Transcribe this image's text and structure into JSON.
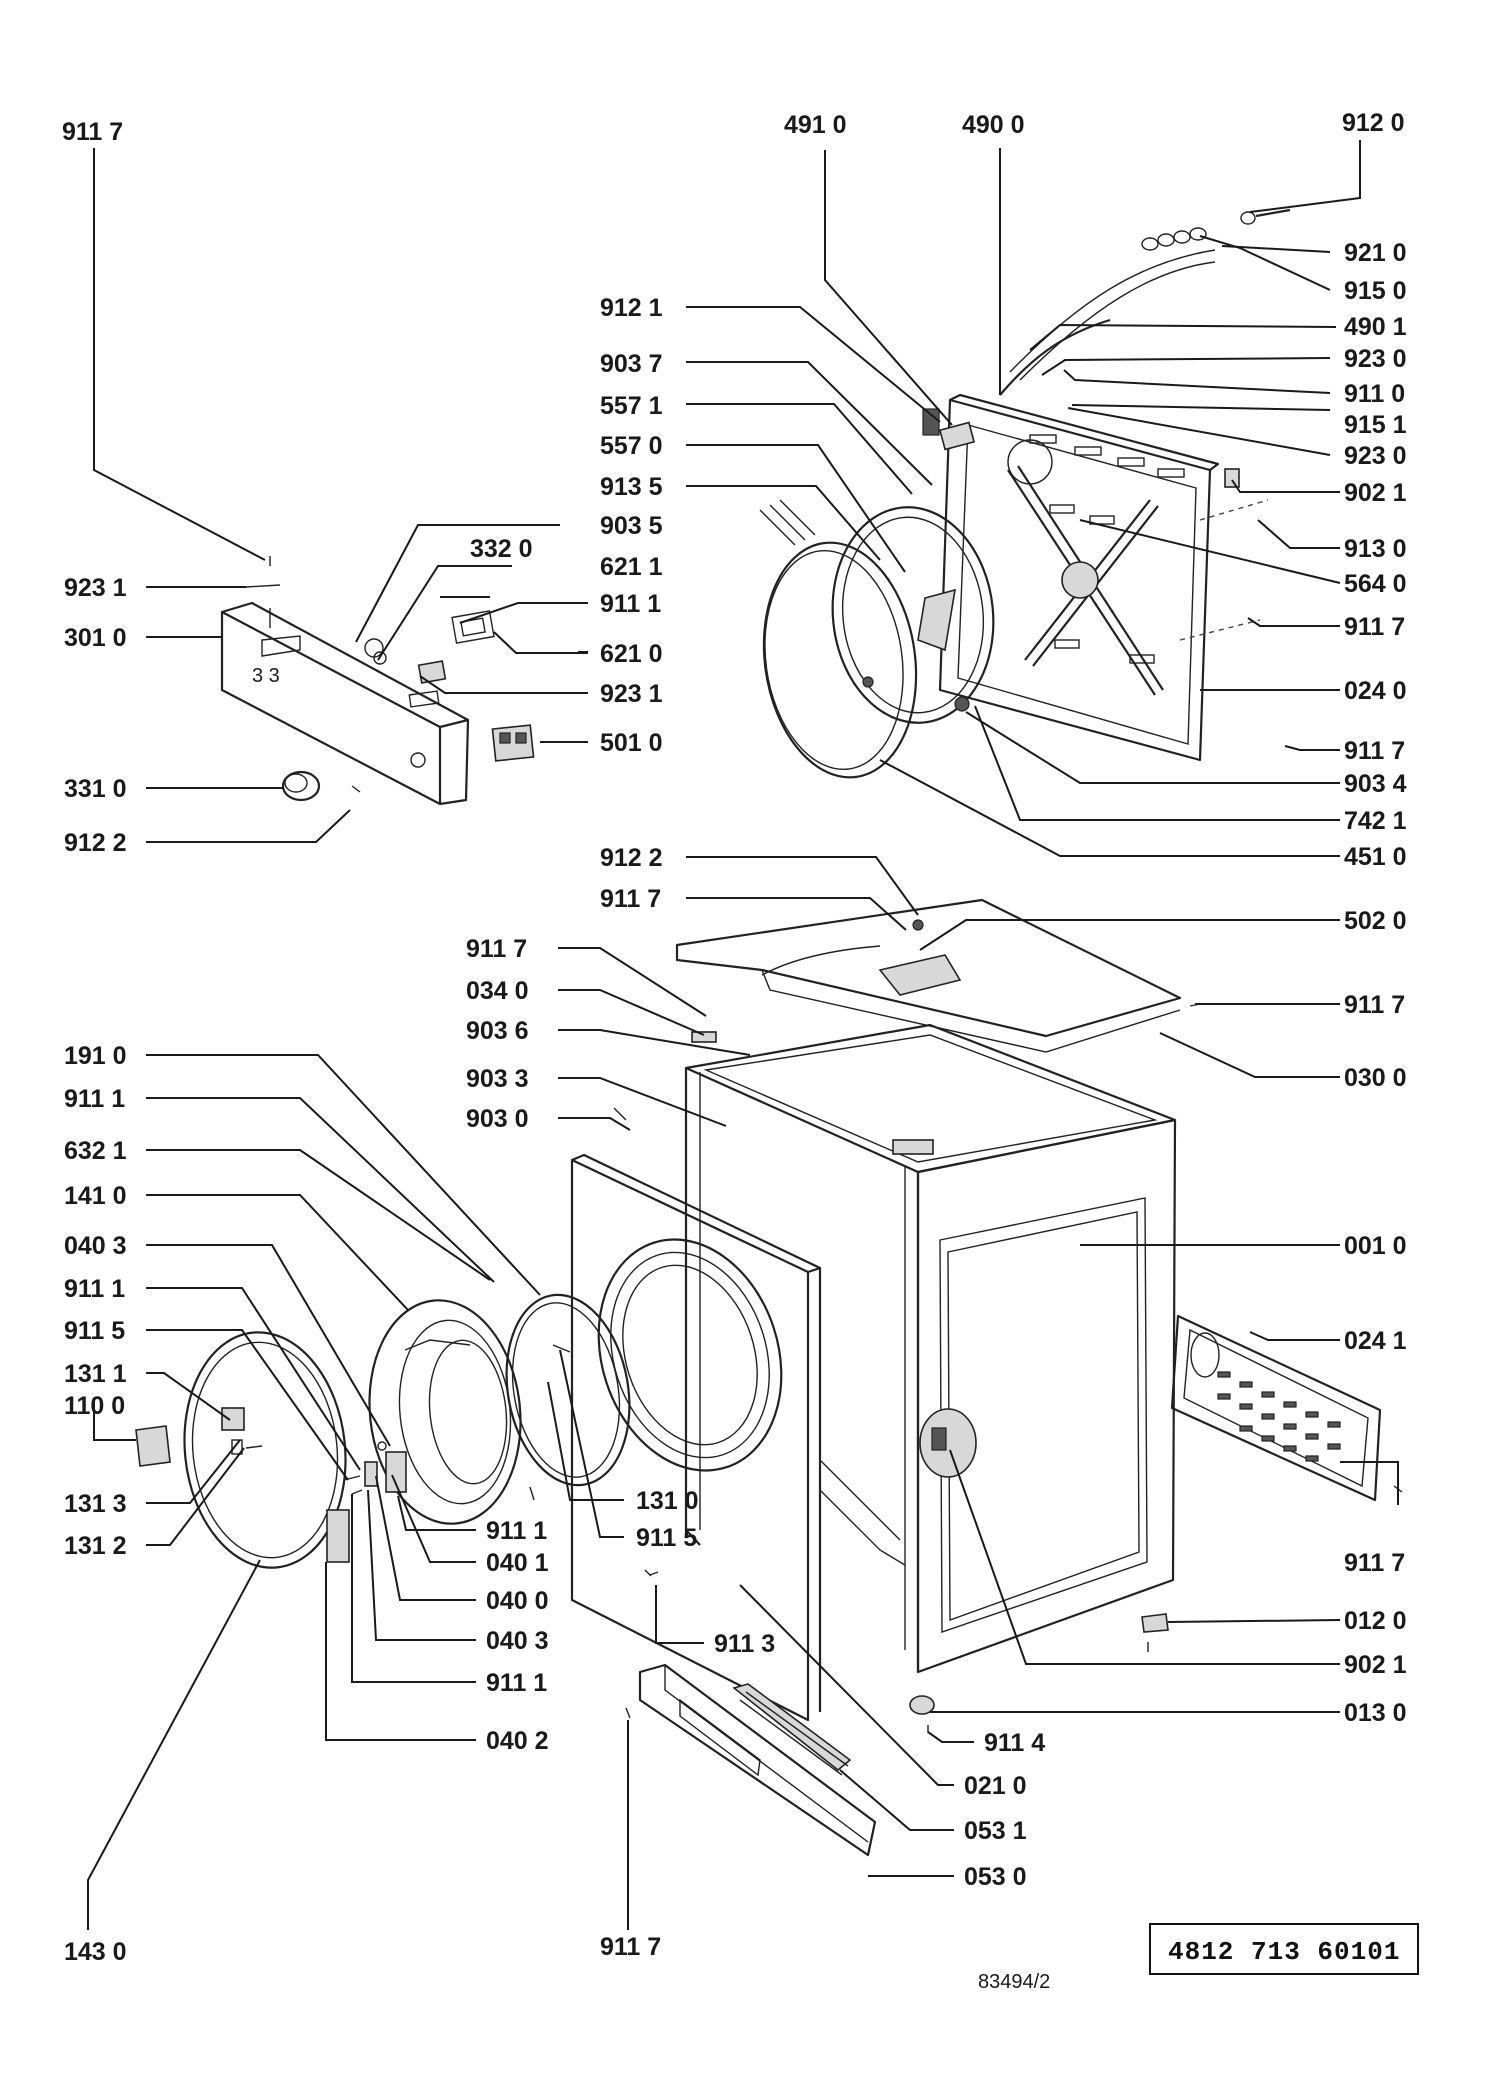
{
  "drawing_number": "83494/2",
  "reference_number": "4812 713 60101",
  "callouts": [
    {
      "id": "c-9117-tl",
      "text": "911 7"
    },
    {
      "id": "c-4910",
      "text": "491 0"
    },
    {
      "id": "c-4900",
      "text": "490 0"
    },
    {
      "id": "c-9120",
      "text": "912 0"
    },
    {
      "id": "c-9210",
      "text": "921 0"
    },
    {
      "id": "c-9150",
      "text": "915 0"
    },
    {
      "id": "c-9121",
      "text": "912 1"
    },
    {
      "id": "c-4901",
      "text": "490 1"
    },
    {
      "id": "c-9037",
      "text": "903 7"
    },
    {
      "id": "c-9230a",
      "text": "923 0"
    },
    {
      "id": "c-9110",
      "text": "911 0"
    },
    {
      "id": "c-5571",
      "text": "557 1"
    },
    {
      "id": "c-9151",
      "text": "915 1"
    },
    {
      "id": "c-5570",
      "text": "557 0"
    },
    {
      "id": "c-9230b",
      "text": "923 0"
    },
    {
      "id": "c-9135",
      "text": "913 5"
    },
    {
      "id": "c-9021a",
      "text": "902 1"
    },
    {
      "id": "c-9035",
      "text": "903 5"
    },
    {
      "id": "c-3320",
      "text": "332 0"
    },
    {
      "id": "c-9130",
      "text": "913 0"
    },
    {
      "id": "c-6211",
      "text": "621 1"
    },
    {
      "id": "c-5640",
      "text": "564 0"
    },
    {
      "id": "c-9231a",
      "text": "923 1"
    },
    {
      "id": "c-9111a",
      "text": "911 1"
    },
    {
      "id": "c-9117-r1",
      "text": "911 7"
    },
    {
      "id": "c-3010",
      "text": "301 0"
    },
    {
      "id": "c-6210",
      "text": "621 0"
    },
    {
      "id": "c-9231b",
      "text": "923 1"
    },
    {
      "id": "c-0240",
      "text": "024 0"
    },
    {
      "id": "c-5010",
      "text": "501 0"
    },
    {
      "id": "c-9117-r2",
      "text": "911 7"
    },
    {
      "id": "c-3310",
      "text": "331 0"
    },
    {
      "id": "c-9034",
      "text": "903 4"
    },
    {
      "id": "c-9122a",
      "text": "912 2"
    },
    {
      "id": "c-7421",
      "text": "742 1"
    },
    {
      "id": "c-4510",
      "text": "451 0"
    },
    {
      "id": "c-9122b",
      "text": "912 2"
    },
    {
      "id": "c-9117-m1",
      "text": "911 7"
    },
    {
      "id": "c-5020",
      "text": "502 0"
    },
    {
      "id": "c-9117-m2",
      "text": "911 7"
    },
    {
      "id": "c-0340",
      "text": "034 0"
    },
    {
      "id": "c-9117-r3",
      "text": "911 7"
    },
    {
      "id": "c-9036",
      "text": "903 6"
    },
    {
      "id": "c-1910",
      "text": "191 0"
    },
    {
      "id": "c-0300",
      "text": "030 0"
    },
    {
      "id": "c-9033",
      "text": "903 3"
    },
    {
      "id": "c-9111b",
      "text": "911 1"
    },
    {
      "id": "c-9030",
      "text": "903 0"
    },
    {
      "id": "c-6321",
      "text": "632 1"
    },
    {
      "id": "c-1410",
      "text": "141 0"
    },
    {
      "id": "c-0010",
      "text": "001 0"
    },
    {
      "id": "c-0403a",
      "text": "040 3"
    },
    {
      "id": "c-9111c",
      "text": "911 1"
    },
    {
      "id": "c-0241",
      "text": "024 1"
    },
    {
      "id": "c-9115a",
      "text": "911 5"
    },
    {
      "id": "c-1311",
      "text": "131 1"
    },
    {
      "id": "c-1100",
      "text": "110 0"
    },
    {
      "id": "c-1313",
      "text": "131 3"
    },
    {
      "id": "c-1310",
      "text": "131 0"
    },
    {
      "id": "c-1312",
      "text": "131 2"
    },
    {
      "id": "c-9111d",
      "text": "911 1"
    },
    {
      "id": "c-9115b",
      "text": "911 5"
    },
    {
      "id": "c-9117-r4",
      "text": "911 7"
    },
    {
      "id": "c-0401",
      "text": "040 1"
    },
    {
      "id": "c-0400",
      "text": "040 0"
    },
    {
      "id": "c-0120",
      "text": "012 0"
    },
    {
      "id": "c-9113",
      "text": "911 3"
    },
    {
      "id": "c-0403b",
      "text": "040 3"
    },
    {
      "id": "c-9021b",
      "text": "902 1"
    },
    {
      "id": "c-9111e",
      "text": "911 1"
    },
    {
      "id": "c-0130",
      "text": "013 0"
    },
    {
      "id": "c-0402",
      "text": "040 2"
    },
    {
      "id": "c-9114",
      "text": "911 4"
    },
    {
      "id": "c-0210",
      "text": "021 0"
    },
    {
      "id": "c-0531",
      "text": "053 1"
    },
    {
      "id": "c-0530",
      "text": "053 0"
    },
    {
      "id": "c-1430",
      "text": "143 0"
    },
    {
      "id": "c-9117-b",
      "text": "911 7"
    },
    {
      "id": "c-3-3",
      "text": "3 3"
    }
  ]
}
